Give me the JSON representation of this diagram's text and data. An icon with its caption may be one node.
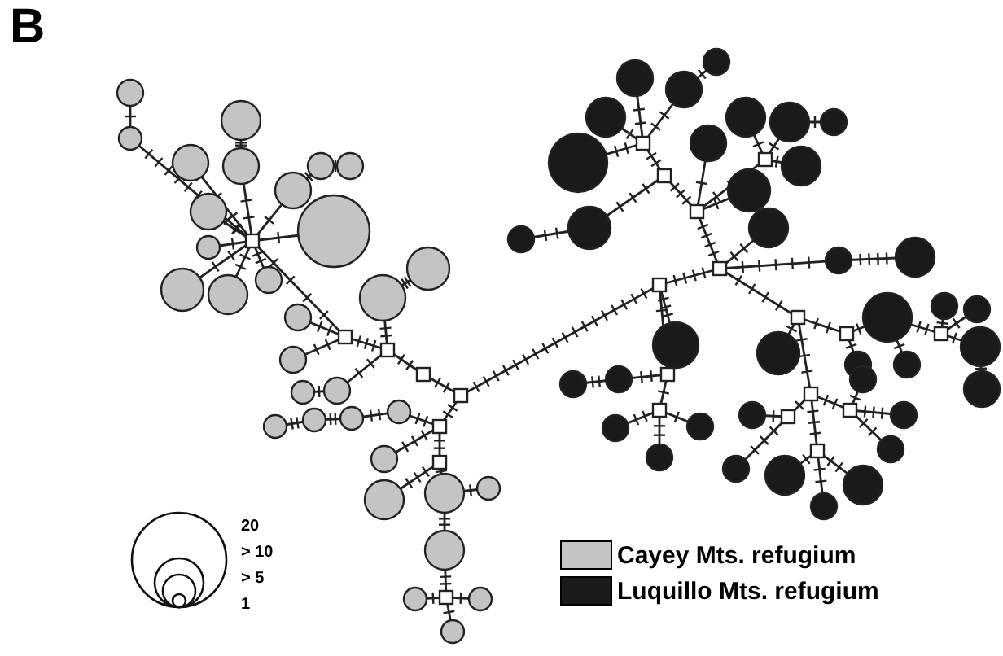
{
  "diagram": {
    "labels": [
      "B",
      "20",
      "> 10",
      "> 5",
      "1"
    ],
    "legend": [
      {
        "text": "Cayey Mts. refugium",
        "color": "#c4c4c4"
      },
      {
        "text": "Luquillo Mts. refugium",
        "color": "#1a1a1a"
      }
    ]
  }
}
